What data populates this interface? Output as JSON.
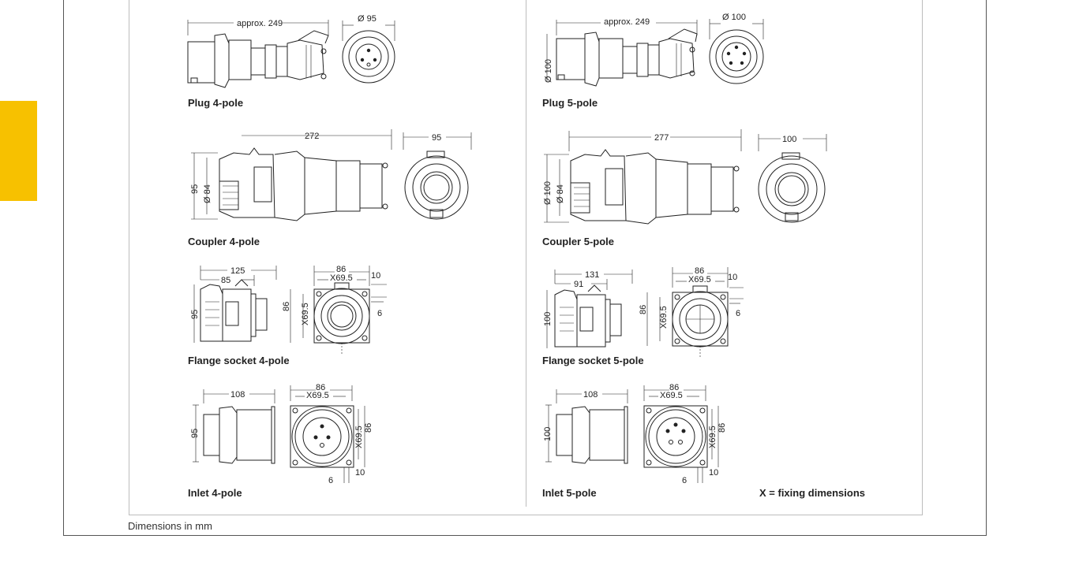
{
  "items": {
    "plug_4": "Plug 4-pole",
    "plug_5": "Plug 5-pole",
    "coupler_4": "Coupler 4-pole",
    "coupler_5": "Coupler 5-pole",
    "flange_4": "Flange socket 4-pole",
    "flange_5": "Flange socket 5-pole",
    "inlet_4": "Inlet 4-pole",
    "inlet_5": "Inlet 5-pole"
  },
  "legend": "X = fixing dimensions",
  "footer_note": "Dimensions in mm",
  "dims": {
    "plug_4_len": "approx. 249",
    "plug_4_dia": "Ø 95",
    "plug_5_len": "approx. 249",
    "plug_5_dia": "Ø 100",
    "plug_5_side": "Ø 100",
    "coupler_4_len": "272",
    "coupler_4_h": "95",
    "coupler_4_dia": "Ø 84",
    "coupler_4_face": "95",
    "coupler_5_len": "277",
    "coupler_5_dia1": "Ø 100",
    "coupler_5_dia2": "Ø 84",
    "coupler_5_face": "100",
    "flange_4_len": "125",
    "flange_4_len2": "85",
    "flange_4_h": "95",
    "flange_4_w": "86",
    "flange_4_x": "X69.5",
    "flange_4_h2": "86",
    "flange_4_xv": "X69.5",
    "flange_4_t1": "10",
    "flange_4_t2": "6",
    "flange_5_len": "131",
    "flange_5_len2": "91",
    "flange_5_h": "100",
    "flange_5_w": "86",
    "flange_5_x": "X69.5",
    "flange_5_h2": "86",
    "flange_5_xv": "X69.5",
    "flange_5_t1": "10",
    "flange_5_t2": "6",
    "inlet_4_len": "108",
    "inlet_4_h": "95",
    "inlet_4_w": "86",
    "inlet_4_x": "X69.5",
    "inlet_4_xv": "X69.5",
    "inlet_4_h2": "86",
    "inlet_4_t1": "10",
    "inlet_4_t2": "6",
    "inlet_5_len": "108",
    "inlet_5_h": "100",
    "inlet_5_w": "86",
    "inlet_5_x": "X69.5",
    "inlet_5_xv": "X69.5",
    "inlet_5_h2": "86",
    "inlet_5_t1": "10",
    "inlet_5_t2": "6"
  }
}
